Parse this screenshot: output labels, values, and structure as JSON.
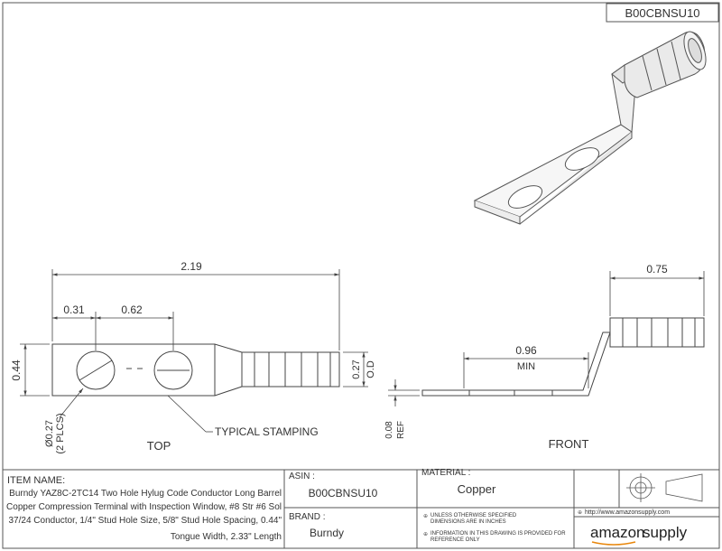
{
  "part_number": "B00CBNSU10",
  "dimensions": {
    "overall_length": "2.19",
    "hole_edge": "0.31",
    "hole_spacing": "0.62",
    "tongue_width": "0.44",
    "hole_dia": "Ø0.27",
    "hole_count": "(2 PLCS)",
    "barrel_od": "0.27",
    "barrel_od_unit": "O.D",
    "barrel_length": "0.75",
    "min_length": "0.96",
    "min_label": "MIN",
    "thickness": "0.08",
    "thickness_ref": "REF"
  },
  "labels": {
    "typical_stamping": "TYPICAL STAMPING",
    "top_view": "TOP",
    "front_view": "FRONT"
  },
  "title_block": {
    "item_name_label": "ITEM NAME:",
    "item_name_lines": [
      "Burndy YAZ8C-2TC14 Two Hole Hylug Code Conductor Long Barrel",
      "Copper Compression Terminal with Inspection Window, #8 Str #6 Sol",
      "37/24 Conductor, 1/4\" Stud Hole Size, 5/8\" Stud Hole Spacing, 0.44\"",
      "Tongue Width, 2.33\" Length"
    ],
    "asin_label": "ASIN :",
    "asin_value": "B00CBNSU10",
    "brand_label": "BRAND :",
    "brand_value": "Burndy",
    "material_label": "MATERIAL :",
    "material_value": "Copper",
    "note1_lines": [
      "UNLESS OTHERWISE SPECIFIED",
      "DIMENSIONS ARE IN INCHES"
    ],
    "note2_lines": [
      "INFORMATION IN THIS DRAWING IS PROVIDED FOR",
      "REFERENCE ONLY"
    ],
    "url": "http://www.amazonsupply.com",
    "logo_part1": "amazon",
    "logo_part2": "supply"
  }
}
